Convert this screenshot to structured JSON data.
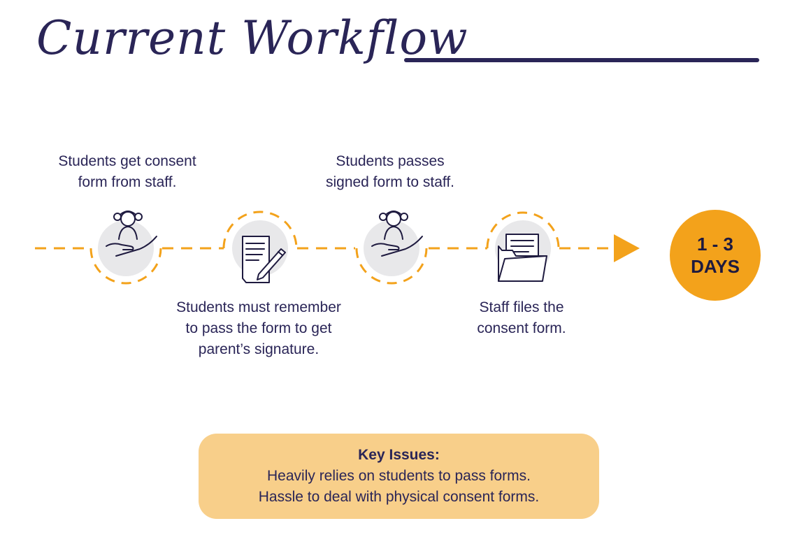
{
  "title": "Current Workflow",
  "steps": [
    {
      "text": "Students get consent\nform from staff.",
      "icon": "student-receiving-icon"
    },
    {
      "text": "Students must remember\nto pass the form to get\nparent’s signature.",
      "icon": "document-signing-icon"
    },
    {
      "text": "Students passes\nsigned form to staff.",
      "icon": "student-giving-icon"
    },
    {
      "text": "Staff files the\nconsent form.",
      "icon": "file-folder-icon"
    }
  ],
  "duration": {
    "line1": "1 - 3",
    "line2": "DAYS"
  },
  "key_issues": {
    "title": "Key Issues:",
    "lines": [
      "Heavily relies on students to pass forms.",
      "Hassle to deal with physical consent forms."
    ]
  },
  "colors": {
    "navy": "#2a2557",
    "orange": "#f3a21b",
    "issues_bg": "#f8cf8a",
    "icon_circle": "#e8e8ea"
  }
}
